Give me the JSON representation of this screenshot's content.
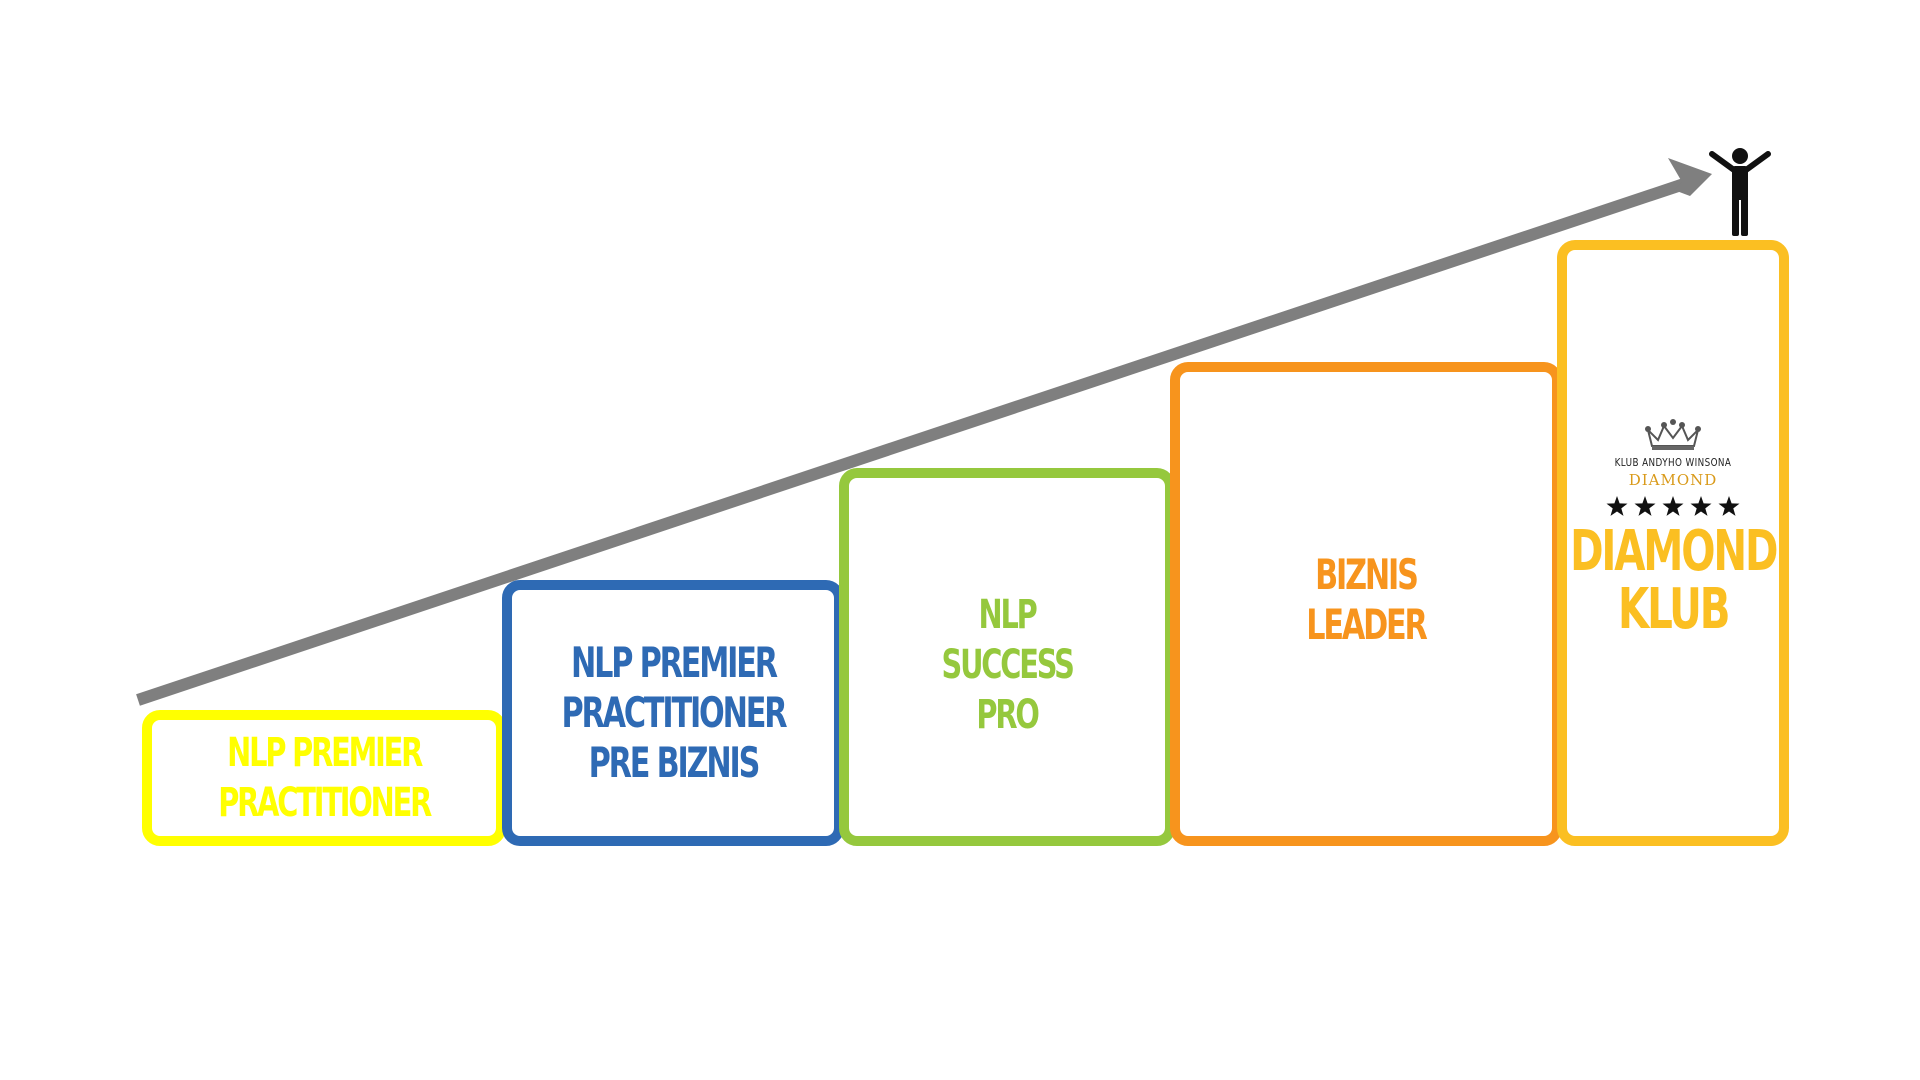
{
  "colors": {
    "arrow": "#7f7f7f",
    "step1": "#ffff00",
    "step2": "#2e6ab4",
    "step3": "#95c83d",
    "step4": "#f7941d",
    "step5": "#fbbf22",
    "person": "#111111"
  },
  "steps": [
    {
      "label": "NLP PREMIER\nPRACTITIONER"
    },
    {
      "label": "NLP PREMIER\nPRACTITIONER\nPRE BIZNIS"
    },
    {
      "label": "NLP\nSUCCESS\nPRO"
    },
    {
      "label": "BIZNIS\nLEADER"
    },
    {
      "label": "DIAMOND\nKLUB"
    }
  ],
  "logo": {
    "brand": "KLUB ANDYHO WINSONA",
    "name": "DIAMOND",
    "rating": 5
  }
}
